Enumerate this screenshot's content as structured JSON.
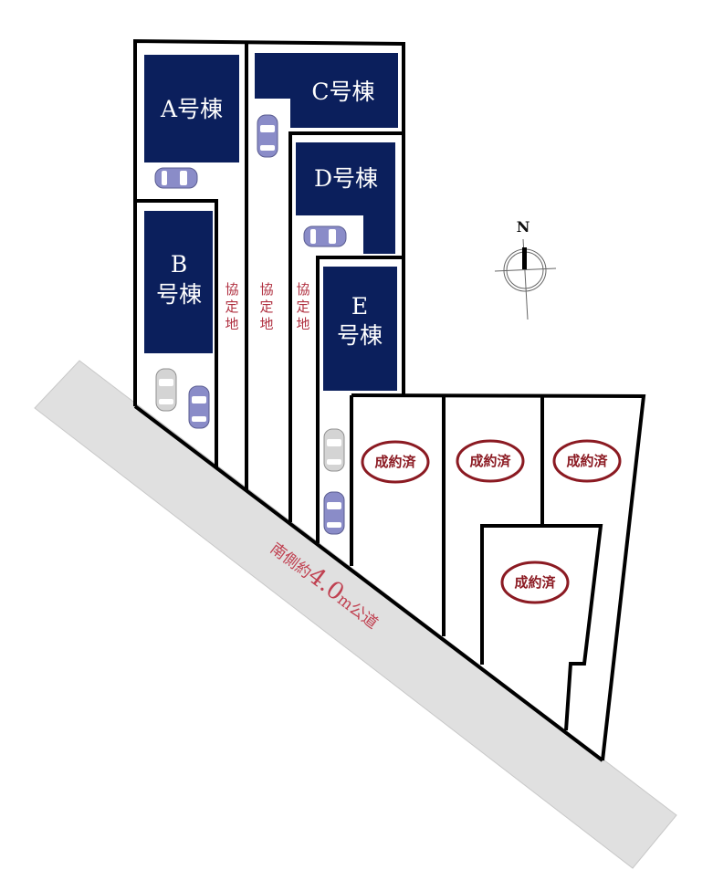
{
  "plan": {
    "buildings": [
      {
        "id": "A",
        "label_line1": "A号棟",
        "label_line2": ""
      },
      {
        "id": "B",
        "label_line1": "B",
        "label_line2": "号棟"
      },
      {
        "id": "C",
        "label_line1": "C号棟",
        "label_line2": ""
      },
      {
        "id": "D",
        "label_line1": "D号棟",
        "label_line2": ""
      },
      {
        "id": "E",
        "label_line1": "E",
        "label_line2": "号棟"
      }
    ],
    "agreement_land": {
      "label_chars": [
        "協",
        "定",
        "地"
      ],
      "count": 3
    },
    "sold_lots": [
      {
        "label": "成約済"
      },
      {
        "label": "成約済"
      },
      {
        "label": "成約済"
      },
      {
        "label": "成約済"
      }
    ],
    "road": {
      "label_prefix": "南側約",
      "label_width": "4.0",
      "label_unit": "m",
      "label_suffix": "公道"
    },
    "compass": {
      "label": "N"
    },
    "colors": {
      "building_fill": "#0b1f5c",
      "boundary": "#000000",
      "road": "#e0e0e0",
      "car_blue": "#8a8cc8",
      "car_gray": "#d4d4d4",
      "sold_ring": "#8b1a22",
      "agreement_text": "#b03040"
    }
  }
}
